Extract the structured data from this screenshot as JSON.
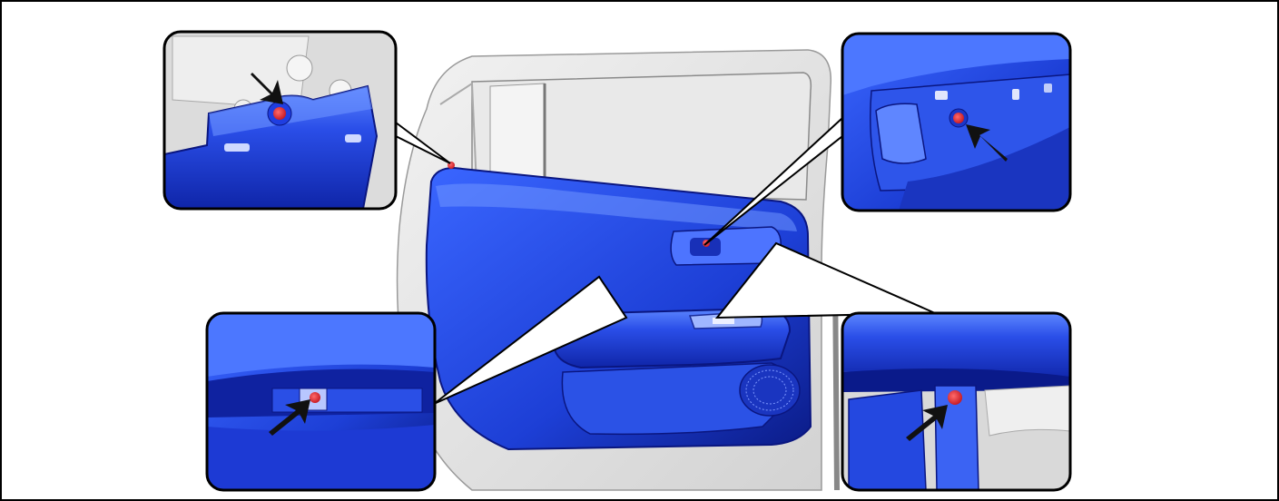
{
  "figure": {
    "subject": "rear-door-trim-panel",
    "callouts": [
      {
        "id": "upper-left",
        "target": "upper-rear-corner-fastener"
      },
      {
        "id": "upper-right",
        "target": "inner-handle-bezel-fastener"
      },
      {
        "id": "lower-left",
        "target": "armrest-pocket-fastener"
      },
      {
        "id": "lower-right",
        "target": "pull-handle-fastener"
      }
    ],
    "colors": {
      "trim_panel": "#1f3fd9",
      "trim_highlight": "#4b78ff",
      "trim_shadow": "#0d1f8f",
      "fastener_marker": "#e0202b",
      "arrow": "#111111",
      "door_frame": "#e6e6e6",
      "frame_border": "#000000"
    },
    "icons": [
      "pointer-arrow-icon",
      "fastener-marker-icon"
    ]
  }
}
